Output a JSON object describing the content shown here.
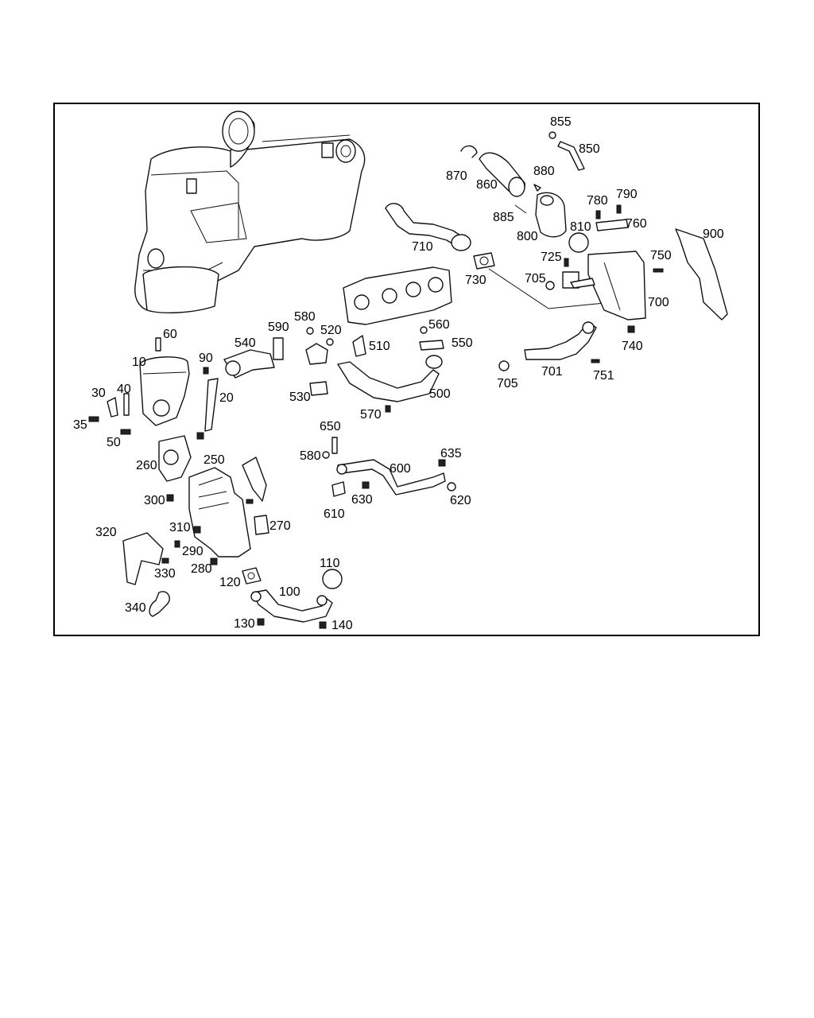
{
  "diagram": {
    "callouts": [
      "855",
      "850",
      "870",
      "860",
      "880",
      "780",
      "790",
      "885",
      "810",
      "760",
      "800",
      "900",
      "710",
      "725",
      "750",
      "730",
      "705",
      "700",
      "740",
      "60",
      "580",
      "520",
      "560",
      "590",
      "540",
      "510",
      "550",
      "10",
      "90",
      "20",
      "30",
      "40",
      "35",
      "50",
      "500",
      "530",
      "570",
      "705",
      "701",
      "751",
      "650",
      "580",
      "635",
      "600",
      "630",
      "620",
      "610",
      "260",
      "250",
      "270",
      "300",
      "310",
      "290",
      "320",
      "330",
      "280",
      "110",
      "120",
      "100",
      "340",
      "130",
      "140"
    ]
  }
}
